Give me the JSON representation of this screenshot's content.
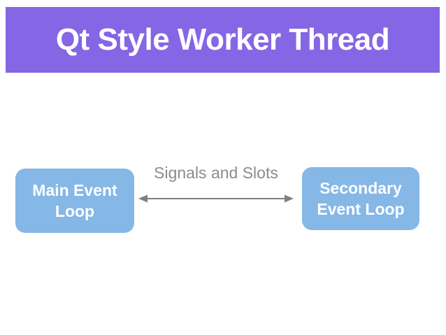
{
  "slide": {
    "title": "Qt Style Worker Thread",
    "connector": {
      "label": "Signals and Slots",
      "type": "bidirectional-arrow"
    },
    "left_box": {
      "line1": "Main Event",
      "line2": "Loop"
    },
    "right_box": {
      "line1": "Secondary",
      "line2": "Event Loop"
    },
    "colors": {
      "background": "#FFFFFF",
      "banner_bg": "#8566E4",
      "banner_text": "#FFFFFF",
      "box_bg": "#85B7E7",
      "box_text": "#FFFFFF",
      "connector_label": "#8C8C8C",
      "arrow": "#7F7F7F"
    }
  }
}
